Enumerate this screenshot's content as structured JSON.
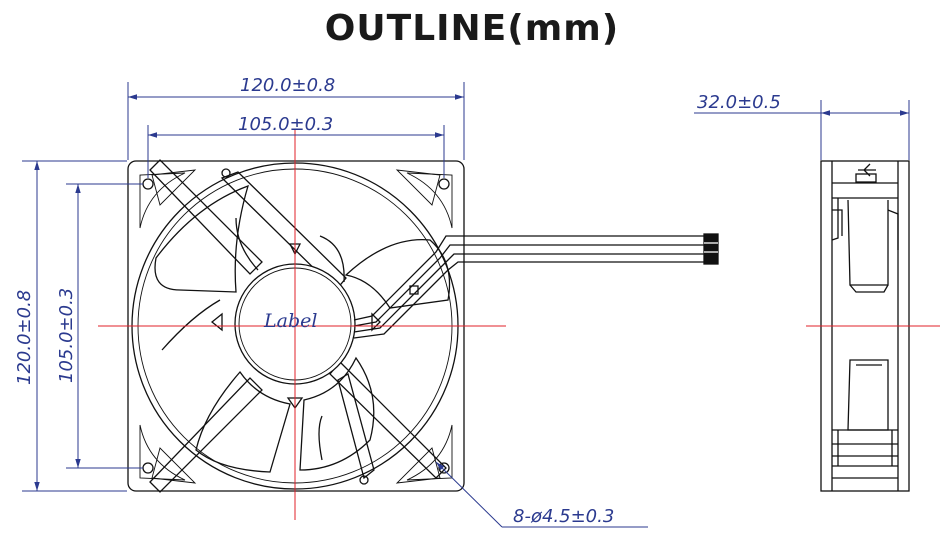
{
  "title": "OUTLINE(mm)",
  "dimensions": {
    "overall_width": "120.0±0.8",
    "hole_spacing_width": "105.0±0.3",
    "overall_height": "120.0±0.8",
    "hole_spacing_height": "105.0±0.3",
    "depth": "32.0±0.5",
    "mounting_holes": "8-ø4.5±0.3"
  },
  "hub_label": "Label",
  "colors": {
    "dimension_lines": "#2b3a8f",
    "center_lines": "#e0202a",
    "part_outline": "#111111"
  }
}
